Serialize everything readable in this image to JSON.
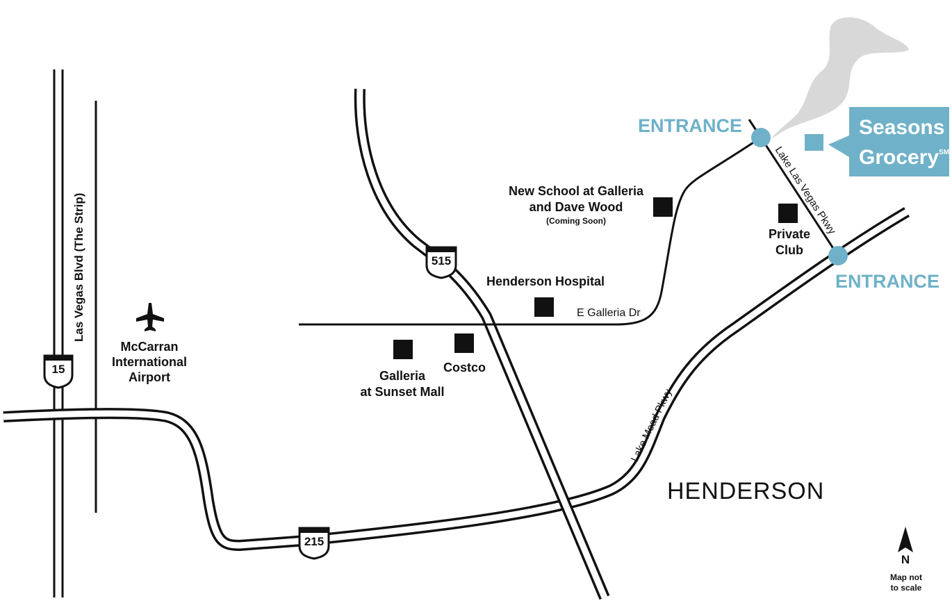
{
  "colors": {
    "accent": "#6fb1c8",
    "road": "#111111",
    "lake": "#d8d8d8",
    "background": "#ffffff"
  },
  "roads": {
    "strip": "Las Vegas Blvd (The Strip)",
    "galleria": "E Galleria Dr",
    "lake_mead": "Lake Mead Pkwy",
    "lake_las_vegas": "Lake Las Vegas Pkwy"
  },
  "shields": {
    "i15": "15",
    "i215": "215",
    "i515": "515"
  },
  "poi": {
    "airport": {
      "line1": "McCarran",
      "line2": "International",
      "line3": "Airport",
      "icon": "airplane-icon"
    },
    "school": {
      "line1": "New School at Galleria",
      "line2": "and Dave Wood",
      "note": "(Coming Soon)"
    },
    "hospital": "Henderson Hospital",
    "mall": {
      "line1": "Galleria",
      "line2": "at Sunset Mall"
    },
    "costco": "Costco",
    "club": {
      "line1": "Private",
      "line2": "Club"
    }
  },
  "entrances": {
    "north": "ENTRANCE",
    "south": "ENTRANCE"
  },
  "seasons": {
    "line1": "Seasons",
    "line2": "Grocery",
    "mark": "SM"
  },
  "city": "HENDERSON",
  "compass": {
    "letter": "N",
    "note_line1": "Map not",
    "note_line2": "to scale",
    "icon": "north-arrow-icon"
  }
}
